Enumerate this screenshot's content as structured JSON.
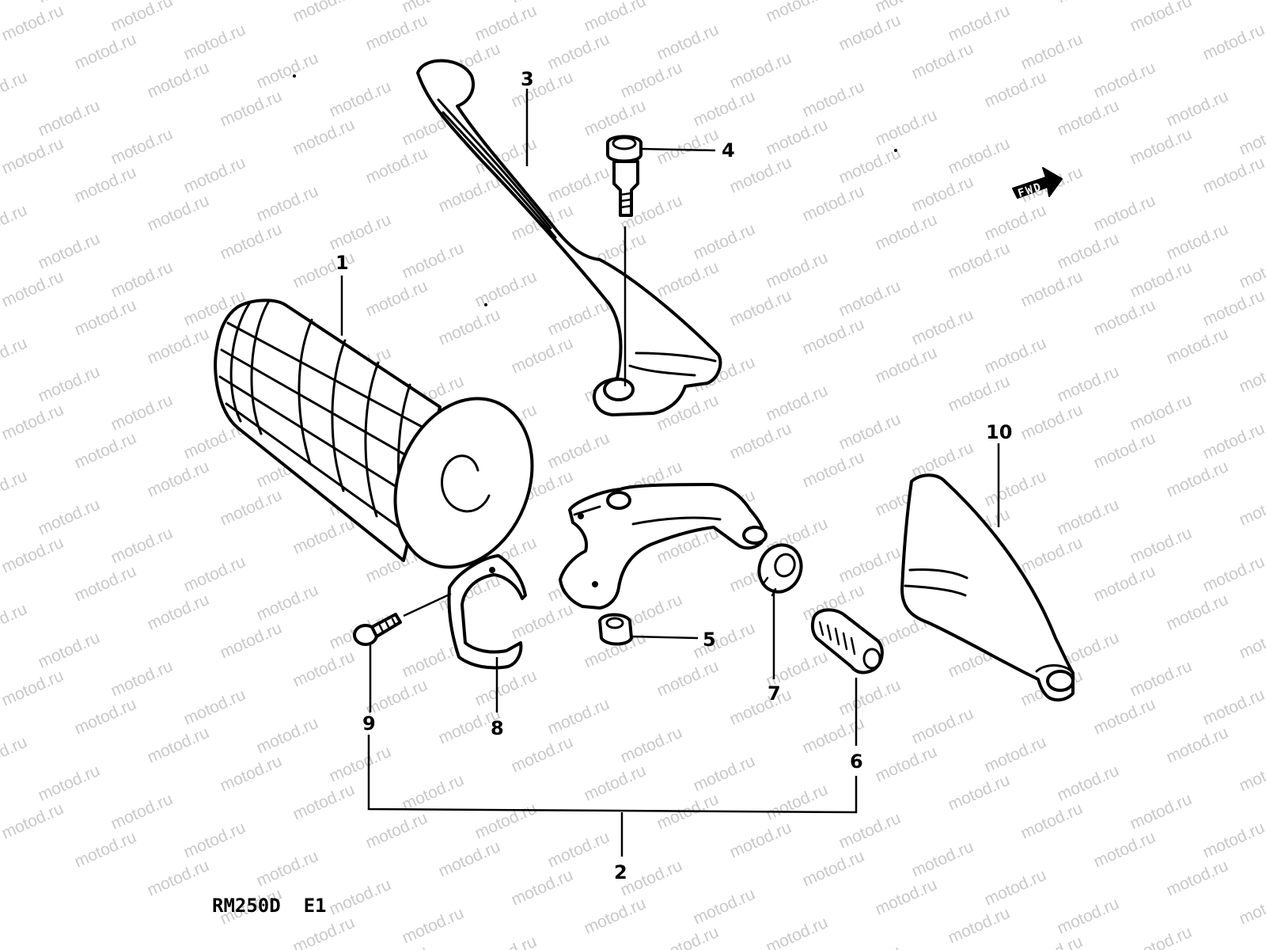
{
  "watermark": "motod.ru",
  "model_label": "RM250D  E1",
  "direction_label": "FWD",
  "callouts": {
    "c1": "1",
    "c2": "2",
    "c3": "3",
    "c4": "4",
    "c5": "5",
    "c6": "6",
    "c7": "7",
    "c8": "8",
    "c9": "9",
    "c10": "10"
  },
  "colors": {
    "ink": "#000000",
    "watermark": "#c9c9c9",
    "background": "#ffffff"
  }
}
